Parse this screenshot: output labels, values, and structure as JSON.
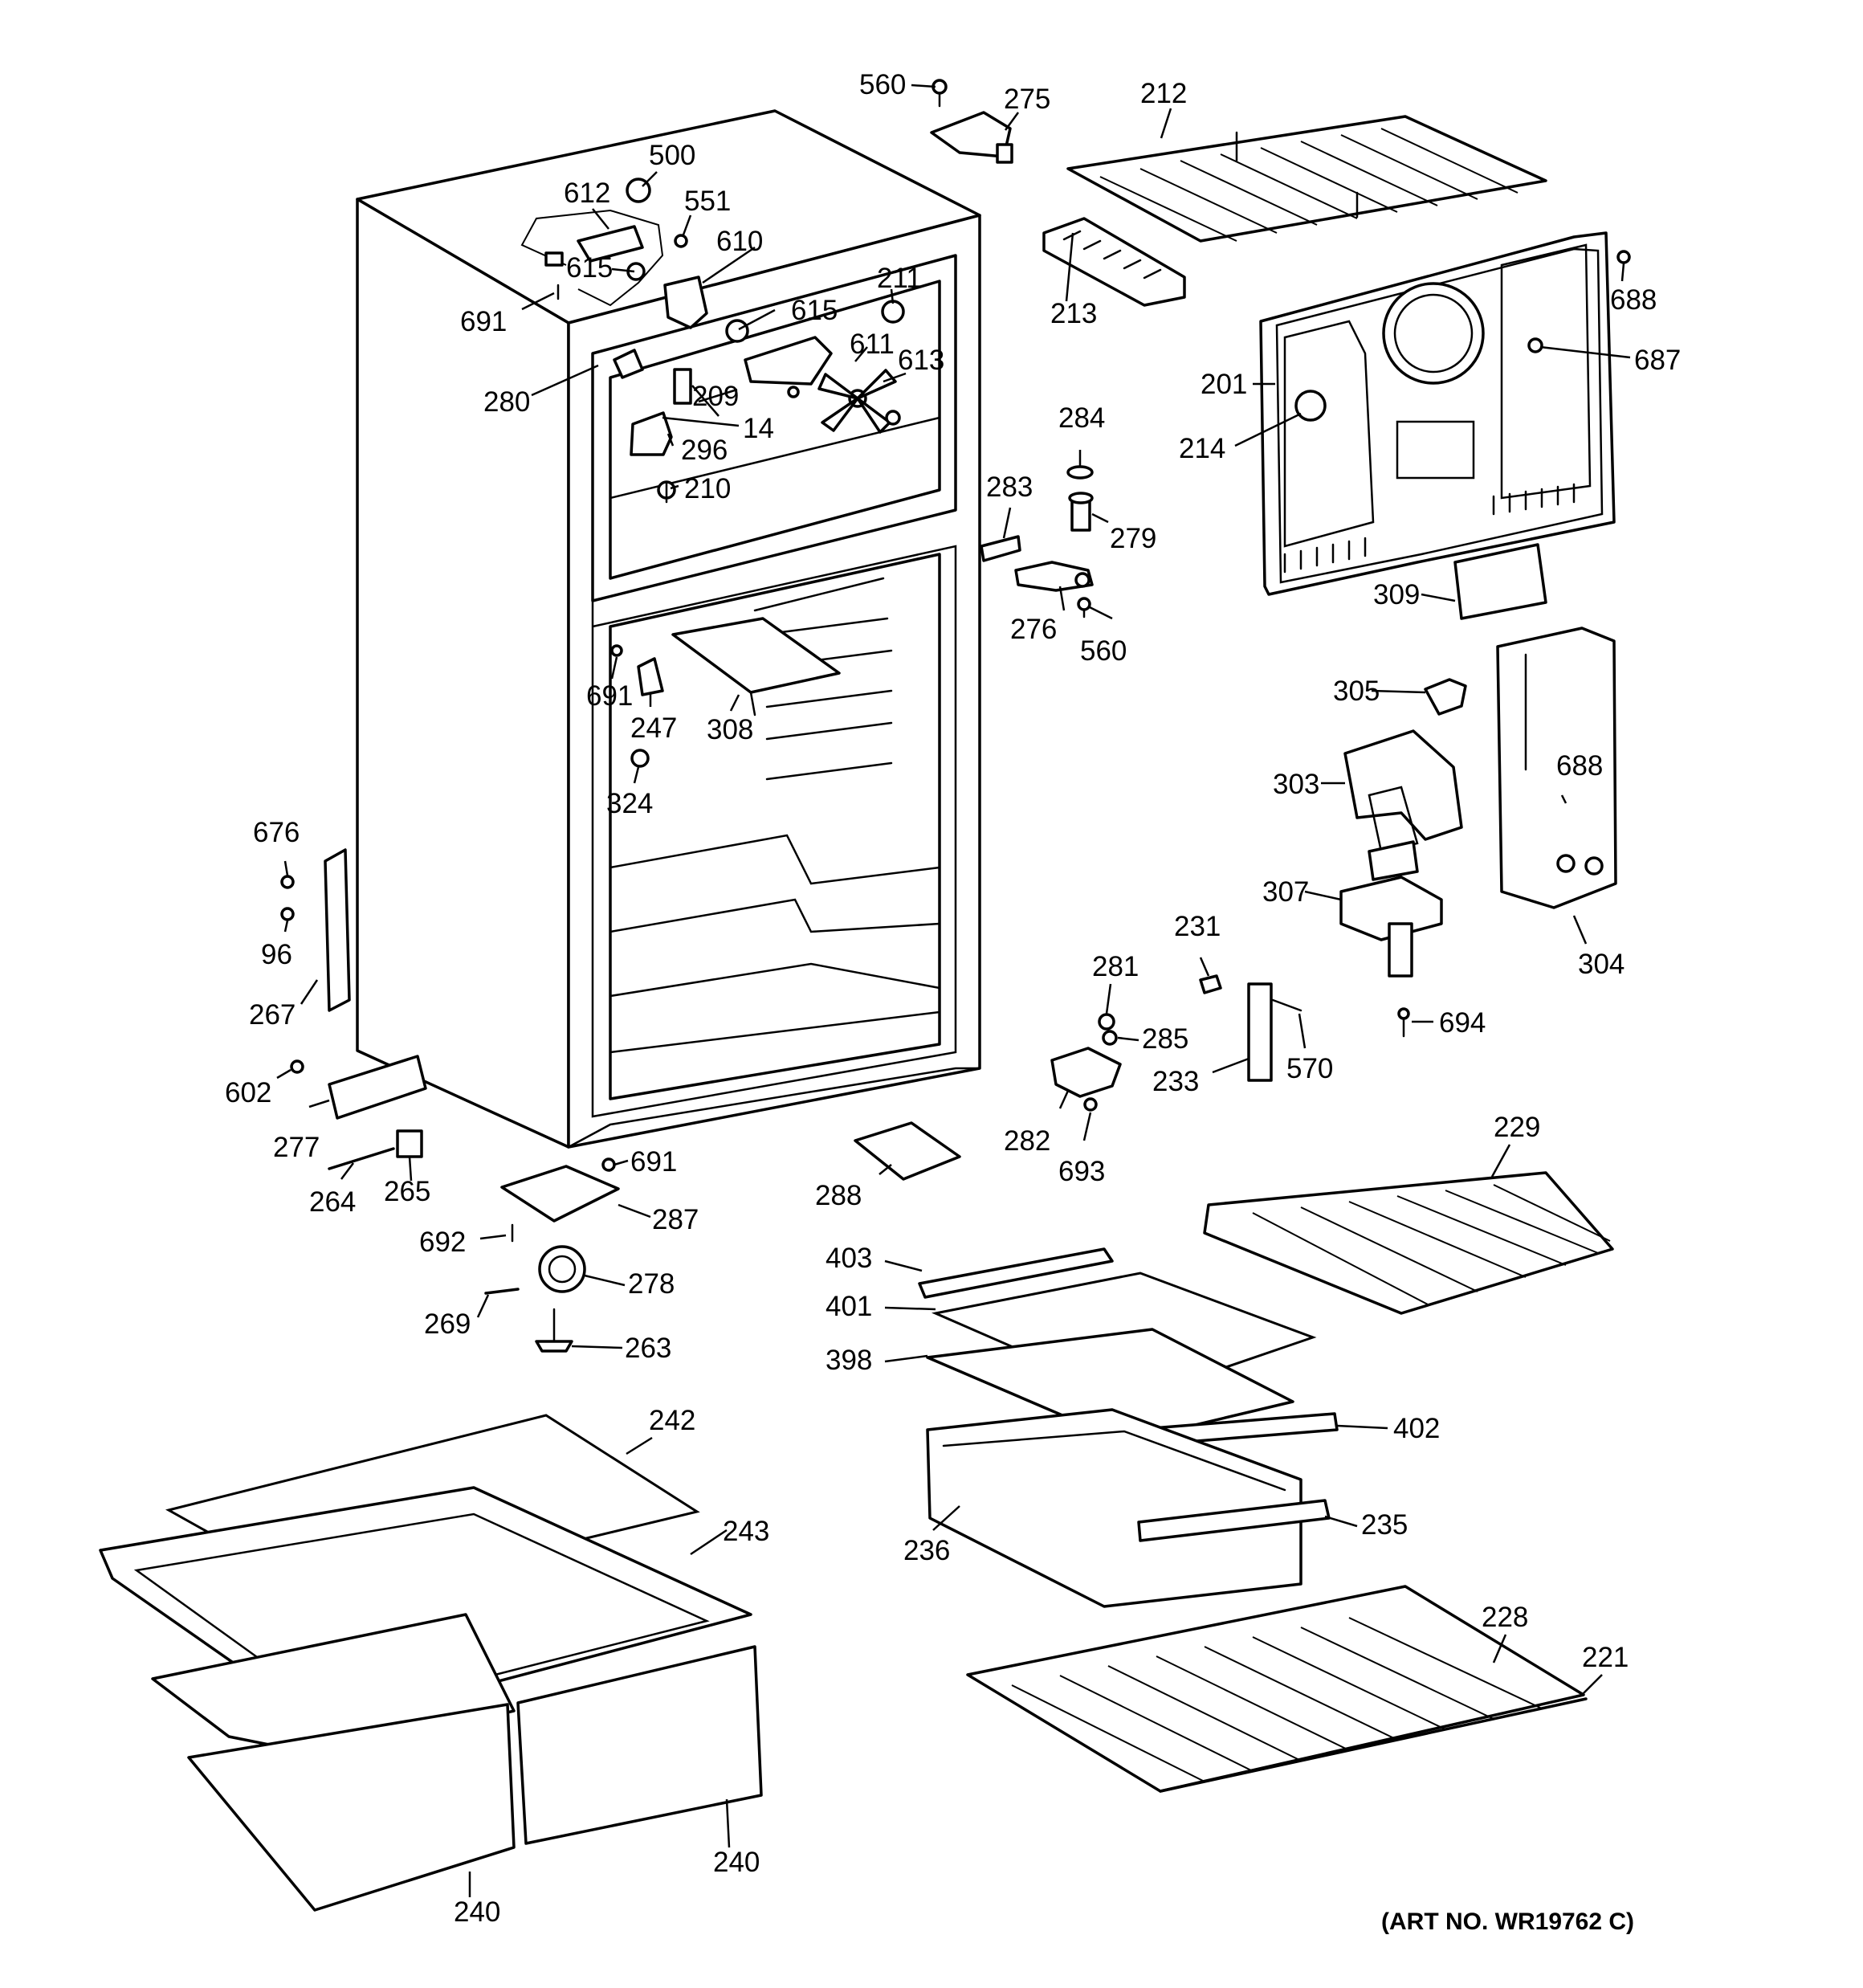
{
  "diagram": {
    "art_number": "(ART NO. WR19762 C)",
    "callouts": {
      "c560a": "560",
      "c275": "275",
      "c212": "212",
      "c500": "500",
      "c612": "612",
      "c551": "551",
      "c610": "610",
      "c615a": "615",
      "c211": "211",
      "c615b": "615",
      "c691a": "691",
      "c611": "611",
      "c613": "613",
      "c213": "213",
      "c688a": "688",
      "c687": "687",
      "c201": "201",
      "c214": "214",
      "c280": "280",
      "c209": "209",
      "c14": "14",
      "c296": "296",
      "c284": "284",
      "c210": "210",
      "c283": "283",
      "c279": "279",
      "c276": "276",
      "c560b": "560",
      "c309": "309",
      "c691b": "691",
      "c247": "247",
      "c308": "308",
      "c305": "305",
      "c324": "324",
      "c303": "303",
      "c688b": "688",
      "c676": "676",
      "c96": "96",
      "c307": "307",
      "c304": "304",
      "c231": "231",
      "c281": "281",
      "c267": "267",
      "c285": "285",
      "c694": "694",
      "c233": "233",
      "c570": "570",
      "c602": "602",
      "c282": "282",
      "c277": "277",
      "c229": "229",
      "c693": "693",
      "c691c": "691",
      "c288": "288",
      "c264": "264",
      "c265": "265",
      "c287": "287",
      "c692": "692",
      "c403": "403",
      "c278": "278",
      "c401": "401",
      "c269": "269",
      "c263": "263",
      "c398": "398",
      "c242": "242",
      "c402": "402",
      "c243": "243",
      "c235": "235",
      "c236": "236",
      "c228": "228",
      "c221": "221",
      "c240a": "240",
      "c240b": "240"
    }
  }
}
